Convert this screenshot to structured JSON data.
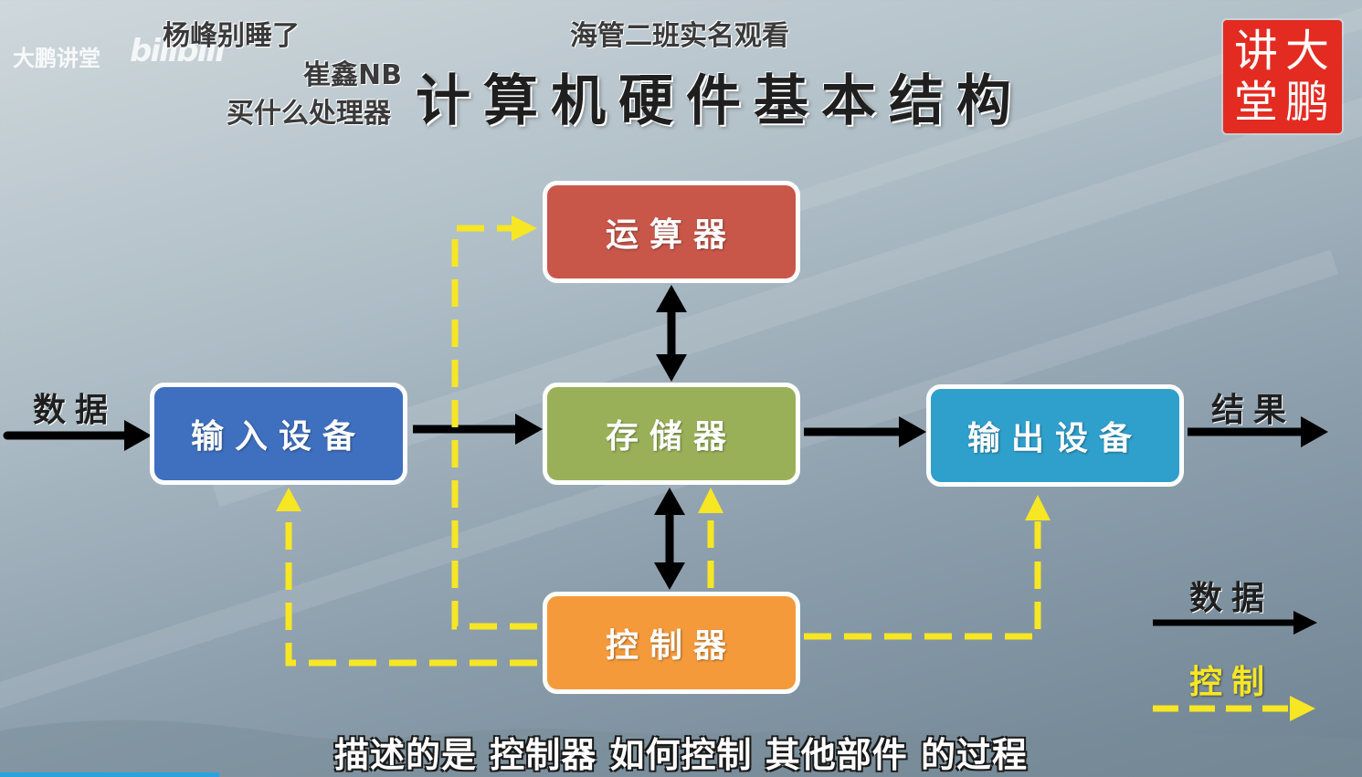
{
  "title": "计算机硬件基本结构",
  "watermark": {
    "channel": "大鹏讲堂",
    "logo": "bilibili"
  },
  "danmaku": [
    "杨峰别睡了",
    "海管二班实名观看",
    "崔鑫NB",
    "买什么处理器"
  ],
  "seal": {
    "chars": [
      "讲",
      "大",
      "堂",
      "鹏"
    ]
  },
  "boxes": {
    "alu": {
      "label": "运算器",
      "color": "#c8574a"
    },
    "input": {
      "label": "输入设备",
      "color": "#3f6fbf"
    },
    "memory": {
      "label": "存储器",
      "color": "#99b059"
    },
    "output": {
      "label": "输出设备",
      "color": "#2f9fcc"
    },
    "controller": {
      "label": "控制器",
      "color": "#f59a3b"
    }
  },
  "flow_labels": {
    "data_in": "数据",
    "result_out": "结果"
  },
  "legend": {
    "data": "数据",
    "control": "控制"
  },
  "subtitle": "描述的是 控制器 如何控制 其他部件 的过程",
  "colors": {
    "data_arrow": "#000000",
    "control_arrow": "#f7e623"
  }
}
